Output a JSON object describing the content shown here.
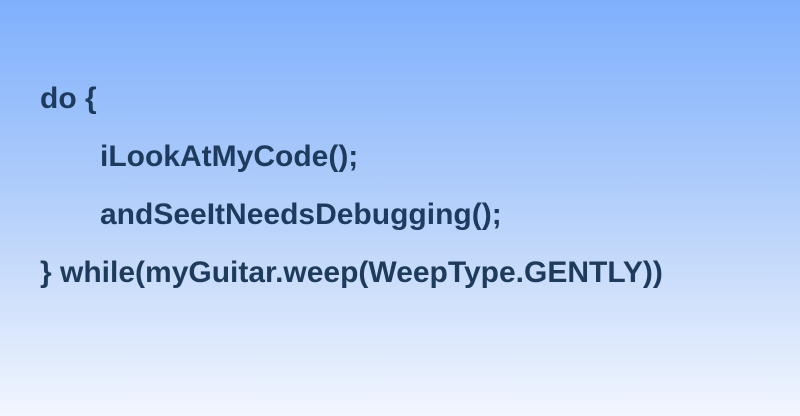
{
  "code": {
    "lines": [
      "do {",
      "iLookAtMyCode();",
      "andSeeItNeedsDebugging();",
      "} while(myGuitar.weep(WeepType.GENTLY))"
    ]
  }
}
